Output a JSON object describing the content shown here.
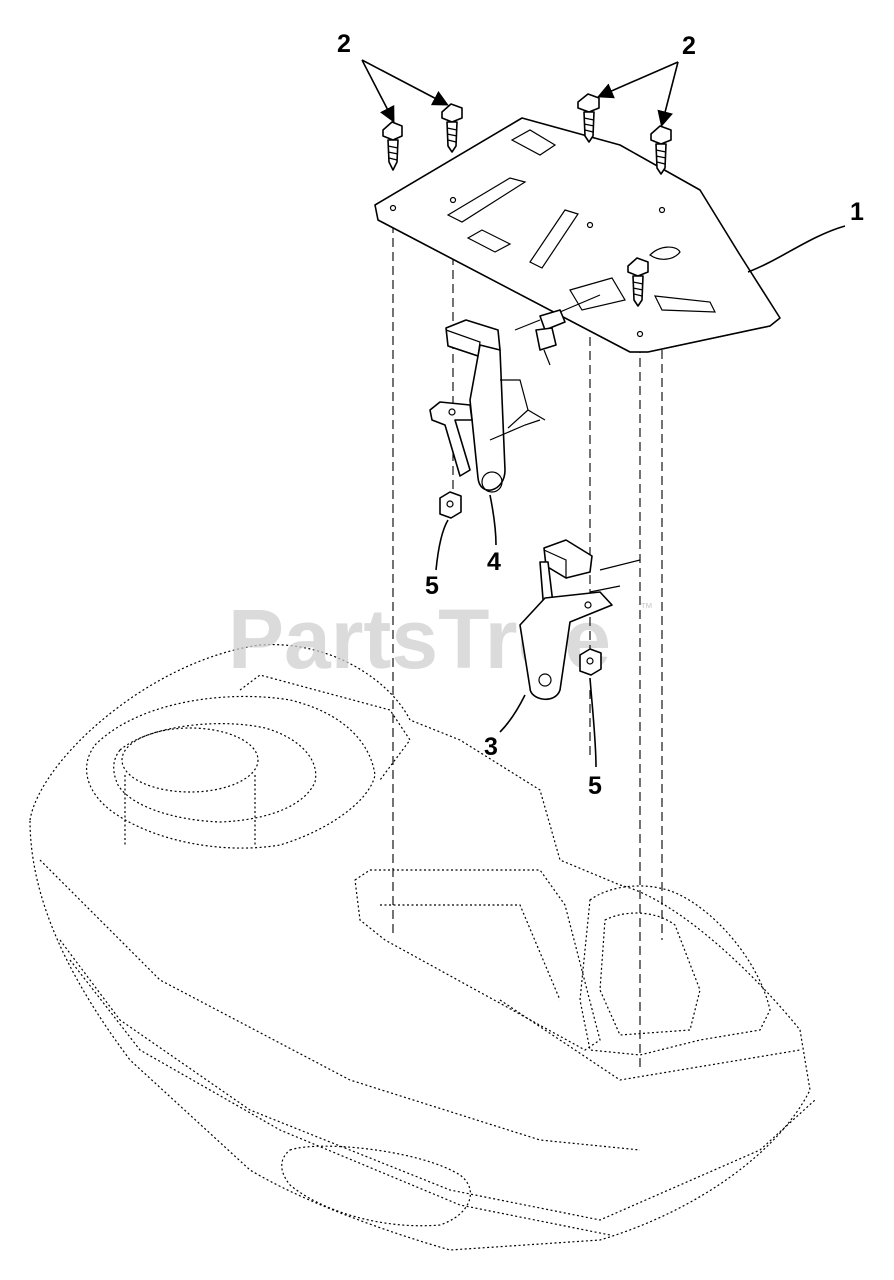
{
  "watermark": {
    "text": "PartsTree",
    "trademark": "™"
  },
  "callouts": {
    "part_1": "1",
    "part_2_left": "2",
    "part_2_right": "2",
    "part_3": "3",
    "part_4": "4",
    "part_5_left": "5",
    "part_5_right": "5"
  },
  "colors": {
    "line": "#000000",
    "background": "#ffffff",
    "watermark": "#cfcfcf"
  }
}
